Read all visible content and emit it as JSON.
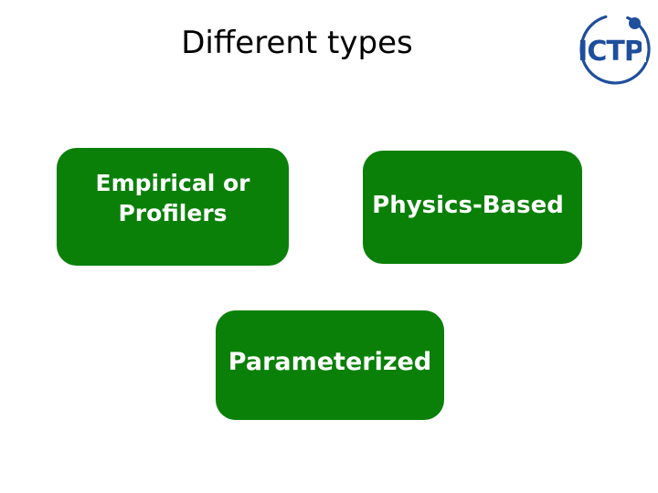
{
  "slide": {
    "title": "Different types",
    "background_color": "#FFFFFF"
  },
  "logo": {
    "name": "ictp-logo",
    "text": "ICTP",
    "color": "#1F4E9C"
  },
  "boxes": [
    {
      "id": "empirical",
      "label": "Empirical or Profilers",
      "line1": "Empirical or",
      "line2": "Profilers",
      "fill_color": "#0A8008",
      "text_color": "#FFFFFF"
    },
    {
      "id": "physics",
      "label": "Physics-Based",
      "fill_color": "#0A8008",
      "text_color": "#FFFFFF"
    },
    {
      "id": "parameterized",
      "label": "Parameterized",
      "fill_color": "#0A8008",
      "text_color": "#FFFFFF"
    }
  ]
}
